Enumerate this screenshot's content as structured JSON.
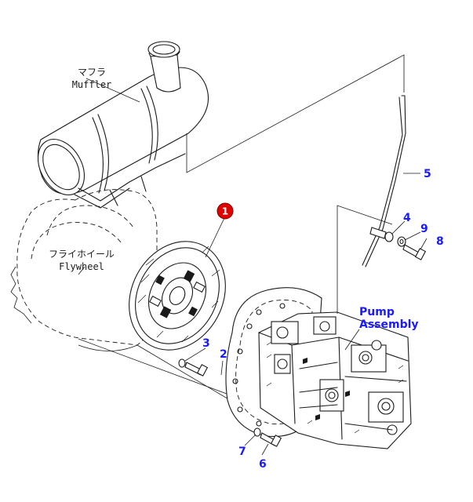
{
  "labels": {
    "muffler_jp": "マフラ",
    "muffler_en": "Muffler",
    "flywheel_jp": "フライホイール",
    "flywheel_en": "Flywheel",
    "pump_line1": "Pump",
    "pump_line2": "Assembly"
  },
  "callouts": {
    "p1": "1",
    "p2": "2",
    "p3": "3",
    "p4": "4",
    "p5": "5",
    "p6": "6",
    "p7": "7",
    "p8": "8",
    "p9": "9"
  },
  "colors": {
    "callout": "#1a1aff",
    "badge": "#e00000",
    "line": "#1a1a1a"
  }
}
